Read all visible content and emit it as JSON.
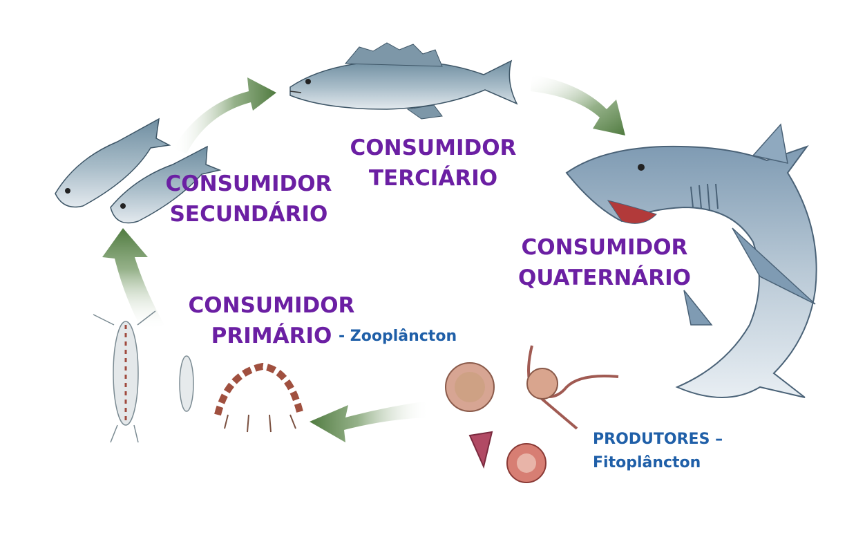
{
  "colors": {
    "consumer_label": "#6b1fa3",
    "producer_label": "#1f5fa8",
    "arrow": "#5f8a4f",
    "shark_body": "#8fa9bf",
    "fish_body": "#8aa3b4",
    "plankton": "#c98a77"
  },
  "labels": {
    "secondary": {
      "line1": "CONSUMIDOR",
      "line2": "SECUNDÁRIO"
    },
    "tertiary": {
      "line1": "CONSUMIDOR",
      "line2": "TERCIÁRIO"
    },
    "quaternary": {
      "line1": "CONSUMIDOR",
      "line2": "QUATERNÁRIO"
    },
    "primary": {
      "line1": "CONSUMIDOR",
      "line2": "PRIMÁRIO",
      "note": "- Zooplâncton"
    },
    "producers": {
      "line1": "PRODUTORES –",
      "line2": "Fitoplâncton"
    }
  }
}
